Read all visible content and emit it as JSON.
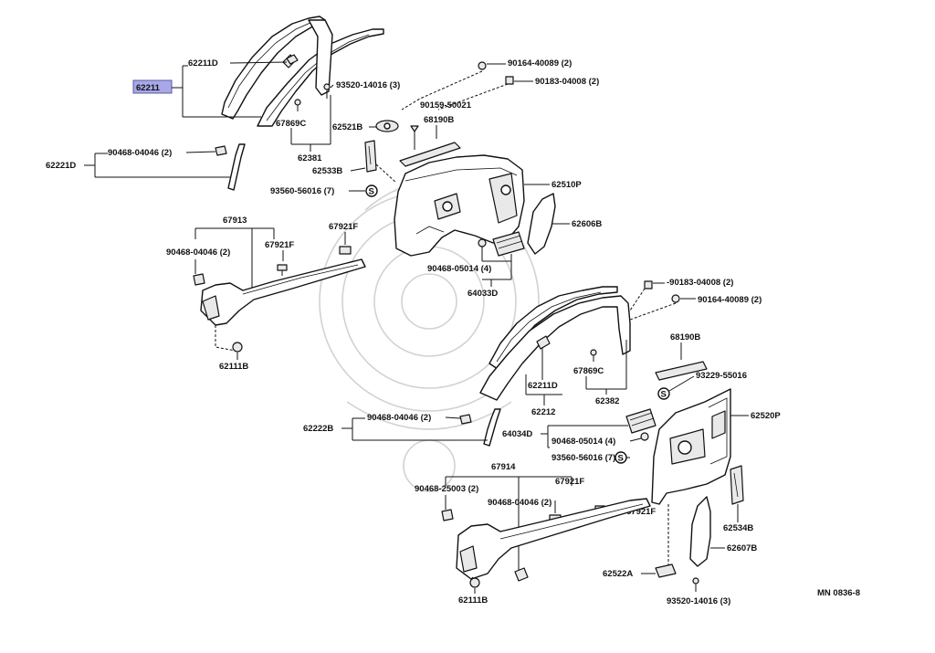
{
  "diagram": {
    "highlighted_part": "62211",
    "footer_code": "MN 0836-8",
    "colors": {
      "highlight": "#a8a8e8",
      "line": "#111111",
      "watermark": "#d2d2d2"
    },
    "labels": {
      "p62211D_a": "62211D",
      "p62211": "62211",
      "p93520_14016_3_a": "93520-14016 (3)",
      "p67869C_a": "67869C",
      "p62381": "62381",
      "p62221D": "62221D",
      "p90468_04046_2_a": "90468-04046 (2)",
      "p90164_40089_2_a": "90164-40089 (2)",
      "p90183_04008_2_a": "90183-04008 (2)",
      "p90159_50021": "90159-50021",
      "p62521B": "62521B",
      "p68190B_a": "68190B",
      "p62533B": "62533B",
      "p93560_56016_7_a": "93560-56016 (7)",
      "p62510P": "62510P",
      "p62606B": "62606B",
      "p67913": "67913",
      "p90468_04046_2_b": "90468-04046 (2)",
      "p67921F_a": "67921F",
      "p67921F_b": "67921F",
      "p90468_05014_4_a": "90468-05014 (4)",
      "p64033D": "64033D",
      "p62111B_a": "62111B",
      "p90183_04008_2_b": "-90183-04008 (2)",
      "p90164_40089_2_b": "90164-40089 (2)",
      "p68190B_b": "68190B",
      "p67869C_b": "67869C",
      "p62211D_b": "62211D",
      "p62382": "62382",
      "p62212": "62212",
      "p93229_55016": "93229-55016",
      "p62222B": "62222B",
      "p90468_04046_2_c": "90468-04046 (2)",
      "p64034D": "64034D",
      "p62520P": "62520P",
      "p90468_05014_4_b": "90468-05014 (4)",
      "p93560_56016_7_b": "93560-56016 (7)",
      "p67914": "67914",
      "p90468_25003_2": "90468-25003 (2)",
      "p67921F_c": "67921F",
      "p90468_04046_2_d": "90468-04046 (2)",
      "p67921F_d": "67921F",
      "p62534B": "62534B",
      "p62607B": "62607B",
      "p62522A": "62522A",
      "p62111B_b": "62111B",
      "p93520_14016_3_b": "93520-14016 (3)",
      "clip_symbol": "S"
    }
  }
}
